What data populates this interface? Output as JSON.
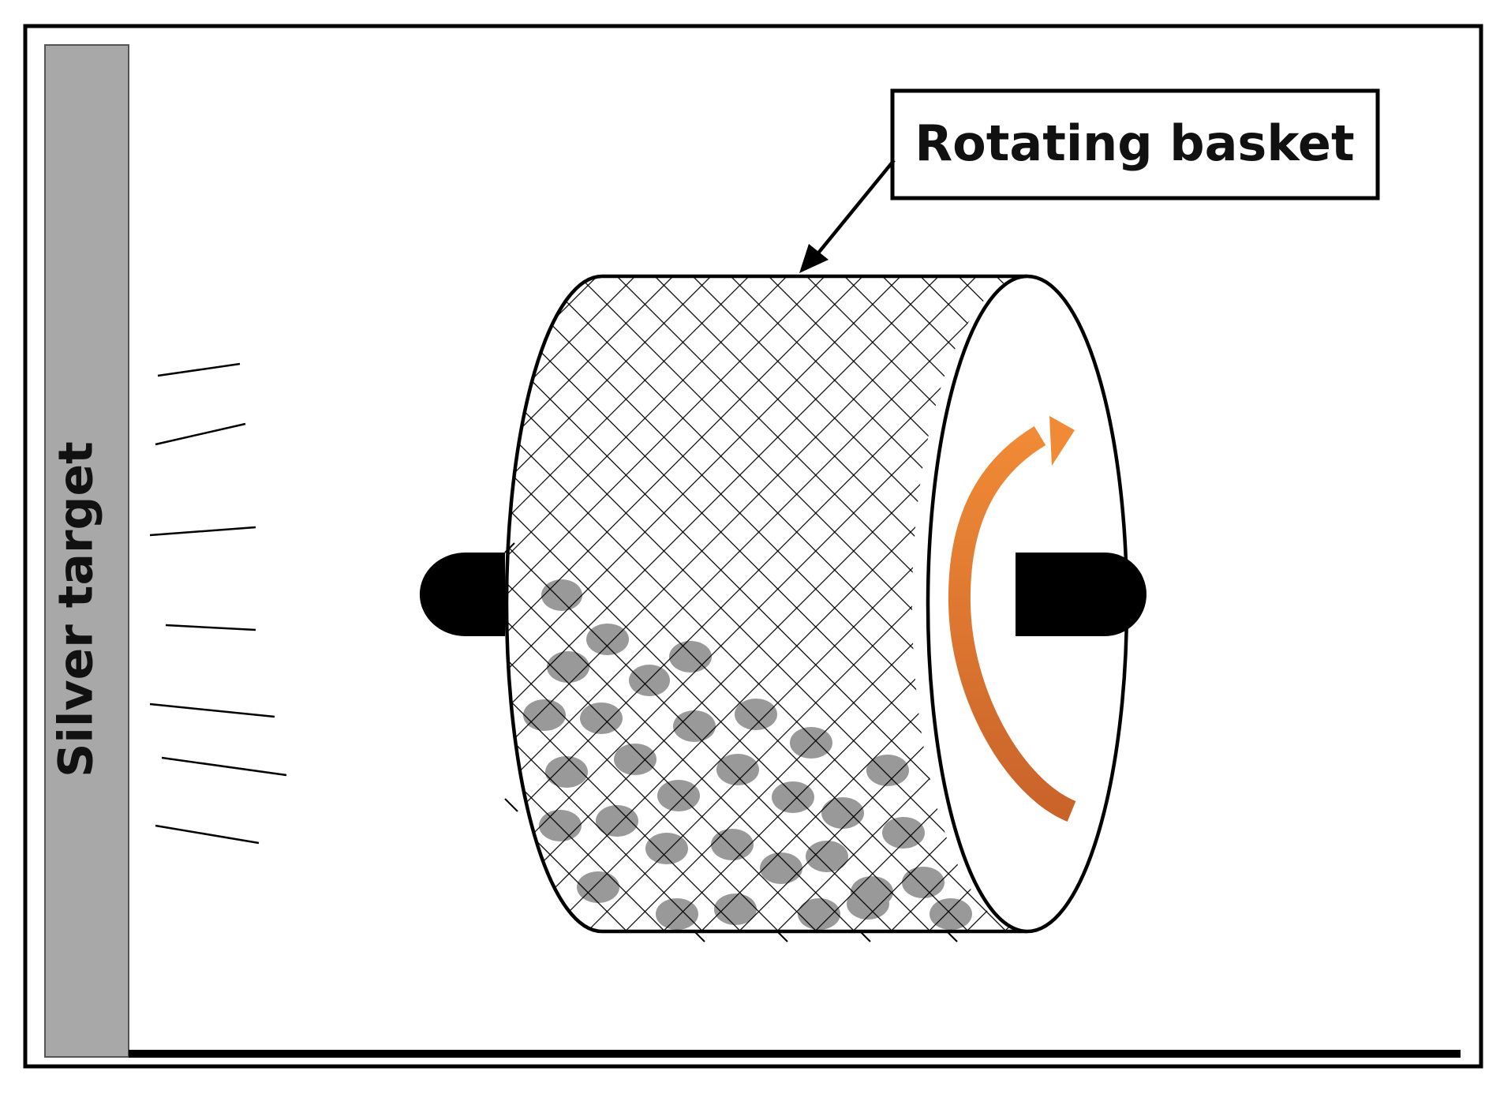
{
  "labels": {
    "target": "Silver target",
    "basket": "Rotating basket"
  },
  "colors": {
    "target_fill": "#a8a8a8",
    "frame": "#000000",
    "mesh_line": "#000000",
    "particle": "#999999",
    "arrow_top": "#f08a36",
    "arrow_bottom": "#c9632a"
  },
  "elements": {
    "sputter_streaks": "Straight lines between the target and the basket",
    "particles": "Grey powder particles inside the basket",
    "rotation": "Curved orange arrow showing the basket turning"
  }
}
